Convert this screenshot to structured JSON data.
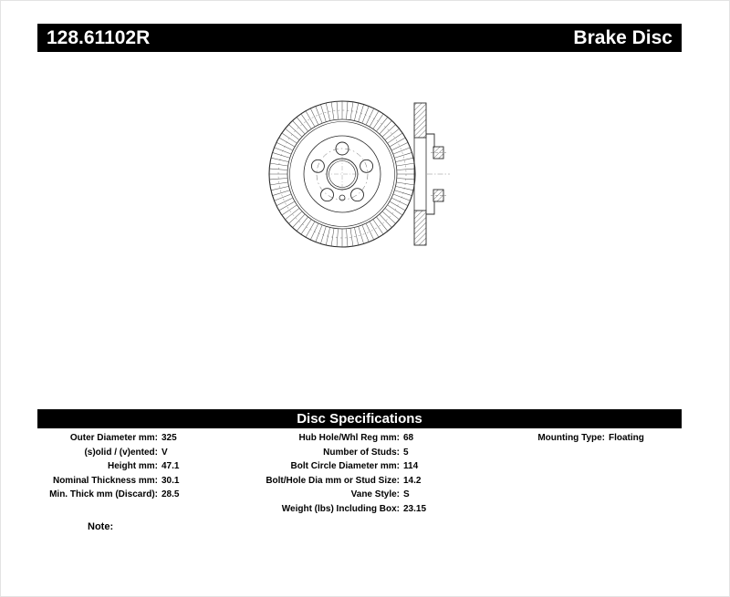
{
  "header": {
    "part_number": "128.61102R",
    "product_name": "Brake Disc"
  },
  "drawing": {
    "front_view_icon": "brake-disc-front-view",
    "side_view_icon": "brake-disc-cross-section",
    "line_color": "#2a2a2a"
  },
  "specs": {
    "section_title": "Disc Specifications",
    "left": [
      {
        "label": "Outer Diameter mm:",
        "value": "325"
      },
      {
        "label": "(s)olid / (v)ented:",
        "value": "V"
      },
      {
        "label": "Height mm:",
        "value": "47.1"
      },
      {
        "label": "Nominal Thickness mm:",
        "value": "30.1"
      },
      {
        "label": "Min. Thick mm (Discard):",
        "value": "28.5"
      }
    ],
    "middle": [
      {
        "label": "Hub Hole/Whl Reg mm:",
        "value": "68"
      },
      {
        "label": "Number of Studs:",
        "value": "5"
      },
      {
        "label": "Bolt Circle Diameter mm:",
        "value": "114"
      },
      {
        "label": "Bolt/Hole Dia mm or Stud Size:",
        "value": "14.2"
      },
      {
        "label": "Vane Style:",
        "value": "S"
      },
      {
        "label": "Weight (lbs) Including Box:",
        "value": "23.15"
      }
    ],
    "right": [
      {
        "label": "Mounting Type:",
        "value": "Floating"
      }
    ]
  },
  "note_label": "Note:"
}
